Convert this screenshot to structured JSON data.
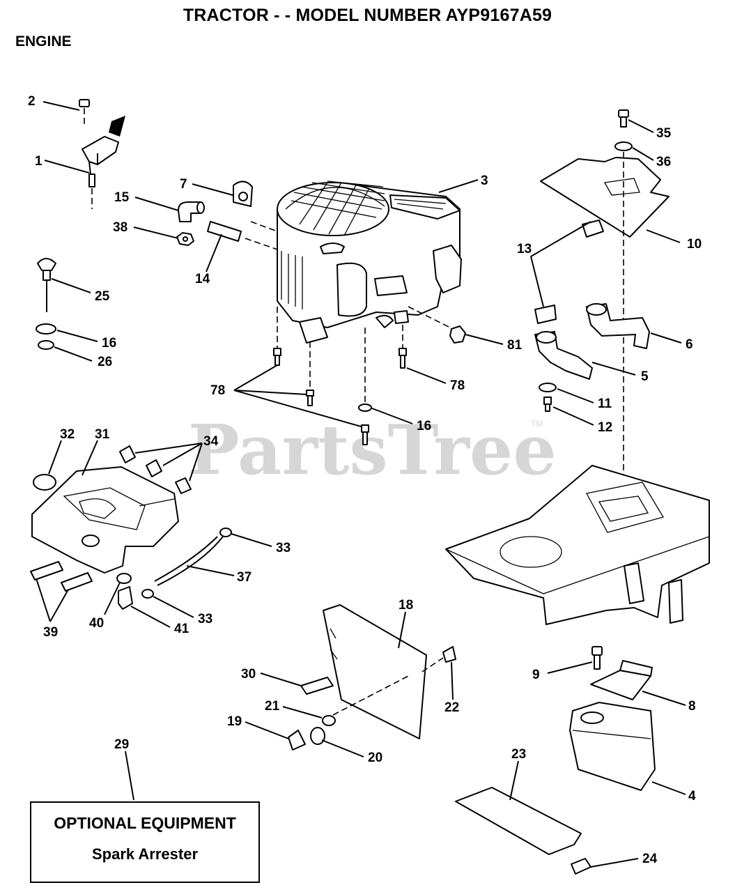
{
  "header": {
    "title": "TRACTOR - - MODEL NUMBER AYP9167A59",
    "section": "ENGINE"
  },
  "watermark": {
    "text": "PartsTree",
    "mark": "TM"
  },
  "optional_box": {
    "line1": "OPTIONAL EQUIPMENT",
    "line2": "Spark Arrester"
  },
  "callouts": [
    {
      "id": "c2",
      "label": "2"
    },
    {
      "id": "c1",
      "label": "1"
    },
    {
      "id": "c7",
      "label": "7"
    },
    {
      "id": "c15",
      "label": "15"
    },
    {
      "id": "c38",
      "label": "38"
    },
    {
      "id": "c14",
      "label": "14"
    },
    {
      "id": "c3",
      "label": "3"
    },
    {
      "id": "c35",
      "label": "35"
    },
    {
      "id": "c36",
      "label": "36"
    },
    {
      "id": "c10",
      "label": "10"
    },
    {
      "id": "c13",
      "label": "13"
    },
    {
      "id": "c25",
      "label": "25"
    },
    {
      "id": "c16a",
      "label": "16"
    },
    {
      "id": "c26",
      "label": "26"
    },
    {
      "id": "c81",
      "label": "81"
    },
    {
      "id": "c6",
      "label": "6"
    },
    {
      "id": "c5",
      "label": "5"
    },
    {
      "id": "c78a",
      "label": "78"
    },
    {
      "id": "c78b",
      "label": "78"
    },
    {
      "id": "c11",
      "label": "11"
    },
    {
      "id": "c12",
      "label": "12"
    },
    {
      "id": "c16b",
      "label": "16"
    },
    {
      "id": "c32",
      "label": "32"
    },
    {
      "id": "c31",
      "label": "31"
    },
    {
      "id": "c34",
      "label": "34"
    },
    {
      "id": "c33a",
      "label": "33"
    },
    {
      "id": "c37",
      "label": "37"
    },
    {
      "id": "c33b",
      "label": "33"
    },
    {
      "id": "c40",
      "label": "40"
    },
    {
      "id": "c41",
      "label": "41"
    },
    {
      "id": "c39",
      "label": "39"
    },
    {
      "id": "c18",
      "label": "18"
    },
    {
      "id": "c22",
      "label": "22"
    },
    {
      "id": "c30",
      "label": "30"
    },
    {
      "id": "c21",
      "label": "21"
    },
    {
      "id": "c19",
      "label": "19"
    },
    {
      "id": "c20",
      "label": "20"
    },
    {
      "id": "c29",
      "label": "29"
    },
    {
      "id": "c9",
      "label": "9"
    },
    {
      "id": "c8",
      "label": "8"
    },
    {
      "id": "c23",
      "label": "23"
    },
    {
      "id": "c4",
      "label": "4"
    },
    {
      "id": "c24",
      "label": "24"
    }
  ]
}
